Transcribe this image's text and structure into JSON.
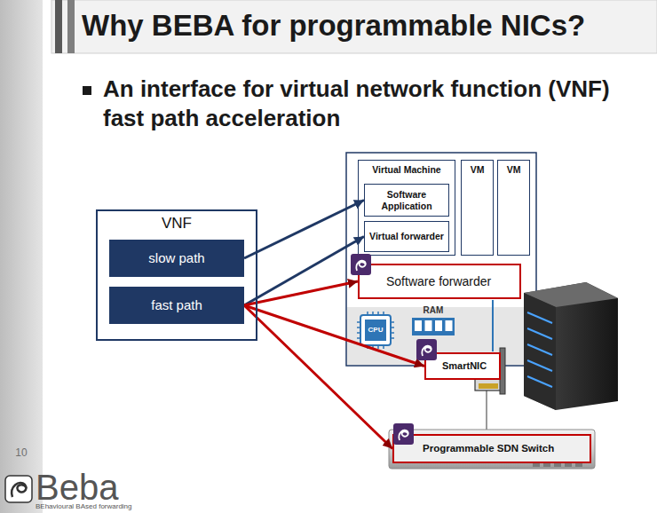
{
  "diagram": {
    "title": "Why BEBA for programmable NICs?",
    "nodes": [
      {
        "text": [
          "VNF"
        ]
      },
      {
        "text": [
          "slow path"
        ],
        "in": 0
      },
      {
        "text": [
          "fast path"
        ],
        "in": 0
      },
      {
        "text": [
          "Virtual Machine"
        ]
      },
      {
        "text": [
          "Software Application"
        ],
        "in": 3
      },
      {
        "text": [
          "Virtual forwarder"
        ],
        "in": 3
      },
      {
        "text": [
          "VM"
        ]
      },
      {
        "text": [
          "VM"
        ]
      },
      {
        "text": [
          "Software forwarder"
        ]
      },
      {
        "text": [
          "SmartNIC"
        ]
      },
      {
        "text": [
          "Programmable SDN Switch"
        ]
      }
    ],
    "edges": [
      {
        "from": 1,
        "to": 4,
        "arrow": "to"
      },
      {
        "from": 2,
        "to": 5,
        "arrow": "to"
      },
      {
        "from": 2,
        "to": 8,
        "arrow": "to"
      },
      {
        "from": 2,
        "to": 9,
        "arrow": "to"
      },
      {
        "from": 2,
        "to": 10,
        "arrow": "to"
      }
    ],
    "labels": [
      "An interface for virtual network function (VNF) fast path acceleration",
      "CPU",
      "RAM",
      "10",
      "Beba",
      "BEhavioural BAsed forwarding"
    ]
  }
}
